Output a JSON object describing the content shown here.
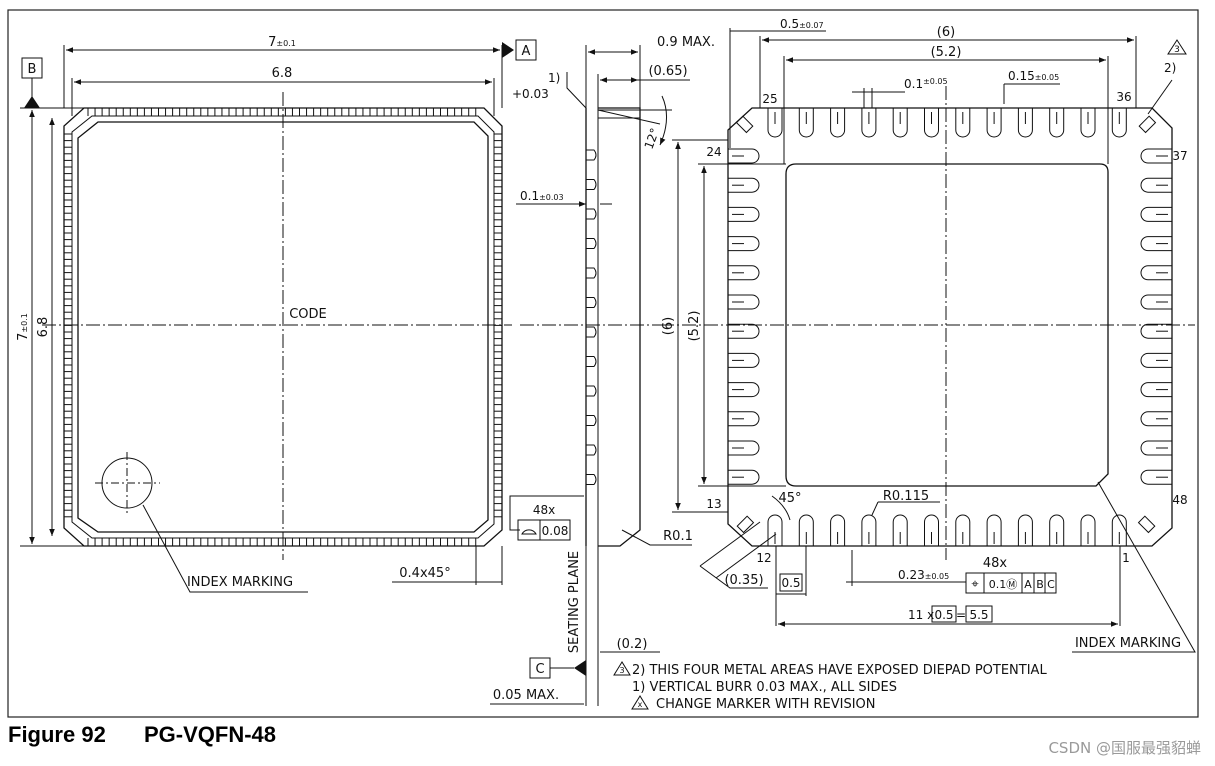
{
  "figure": {
    "number": "Figure 92",
    "title": "PG-VQFN-48"
  },
  "watermark": "CSDN @国服最强貂蝉",
  "top_view": {
    "dim_width_total": "7",
    "dim_width_total_tol": "±0.1",
    "dim_width_inner": "6.8",
    "dim_height_total": "7",
    "dim_height_total_tol": "±0.1",
    "dim_height_inner": "6.8",
    "center_label": "CODE",
    "index_marking": "INDEX MARKING",
    "chamfer": "0.4x45°",
    "datum_a": "A",
    "datum_b": "B"
  },
  "side_view": {
    "dim_max_height": "0.9 MAX.",
    "dim_065": "(0.65)",
    "note_1": "1)",
    "burr": "+0.03",
    "angle": "12°",
    "dim_01": "0.1",
    "dim_01_tol": "±0.03",
    "flatness_count": "48x",
    "flatness_value": "0.08",
    "seating_plane": "SEATING PLANE",
    "dim_02": "(0.2)",
    "dim_005": "0.05 MAX.",
    "datum_c": "C",
    "r01": "R0.1"
  },
  "bottom_view": {
    "dim_pitch": "0.5",
    "dim_pitch_tol": "±0.07",
    "dim_6": "(6)",
    "dim_52": "(5.2)",
    "dim_6_v": "(6)",
    "dim_52_v": "(5.2)",
    "dim_01": "0.1",
    "dim_01_tol": "±0.05",
    "dim_015": "0.15",
    "dim_015_tol": "±0.05",
    "note_3": "3",
    "note_2": "2)",
    "pin_25": "25",
    "pin_36": "36",
    "pin_24": "24",
    "pin_37": "37",
    "pin_13": "13",
    "pin_48": "48",
    "pin_12": "12",
    "pin_1": "1",
    "angle_45": "45°",
    "r0115": "R0.115",
    "dim_035": "(0.35)",
    "box_05": "0.5",
    "lead_width": "0.23",
    "lead_width_tol": "±0.05",
    "lead_count": "48x",
    "tol_frame": [
      "⌖",
      "0.1Ⓜ",
      "A",
      "B",
      "C"
    ],
    "pitch_row_a": "11 x",
    "pitch_row_b": "0.5",
    "pitch_row_c": "=",
    "pitch_row_d": "5.5",
    "index_marking": "INDEX MARKING"
  },
  "notes": [
    "2) THIS FOUR METAL AREAS HAVE EXPOSED DIEPAD POTENTIAL",
    "1) VERTICAL BURR 0.03 MAX., ALL SIDES",
    "CHANGE MARKER WITH REVISION"
  ],
  "note_markers": [
    "3",
    "x"
  ]
}
